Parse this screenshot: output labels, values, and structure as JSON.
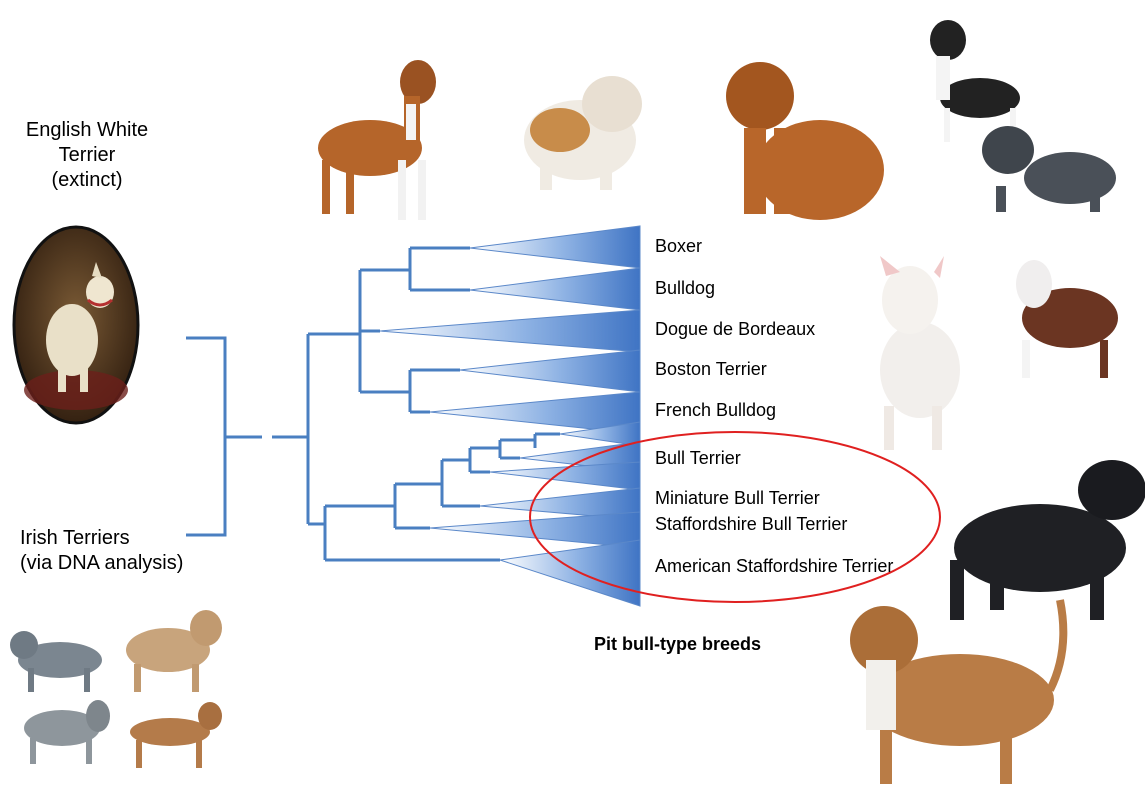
{
  "origins": {
    "english_white_terrier": {
      "line1": "English White",
      "line2": "Terrier",
      "line3": "(extinct)"
    },
    "irish_terriers": {
      "line1": "Irish Terriers",
      "line2": "(via DNA analysis)"
    }
  },
  "breeds": [
    "Boxer",
    "Bulldog",
    "Dogue de Bordeaux",
    "Boston Terrier",
    "French Bulldog",
    "Bull Terrier",
    "Miniature Bull Terrier",
    "Staffordshire Bull Terrier",
    "American Staffordshire Terrier"
  ],
  "highlight": {
    "caption": "Pit bull-type breeds",
    "color": "#e02020"
  },
  "colors": {
    "tree": "#4a7fc1",
    "wedge_dark": "#3f74c4",
    "wedge_light": "#ffffff"
  }
}
